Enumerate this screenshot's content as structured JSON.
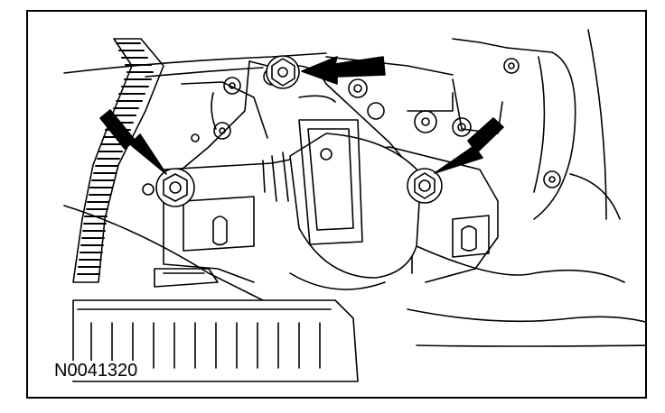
{
  "figure": {
    "id": "N0041320",
    "callouts": [
      {
        "target": "upper-bracket-bolt"
      },
      {
        "target": "left-mount-bolt"
      },
      {
        "target": "right-mount-bolt"
      }
    ]
  },
  "colors": {
    "ink": "#000000",
    "paper": "#ffffff",
    "shade": "#d8d8d8"
  }
}
